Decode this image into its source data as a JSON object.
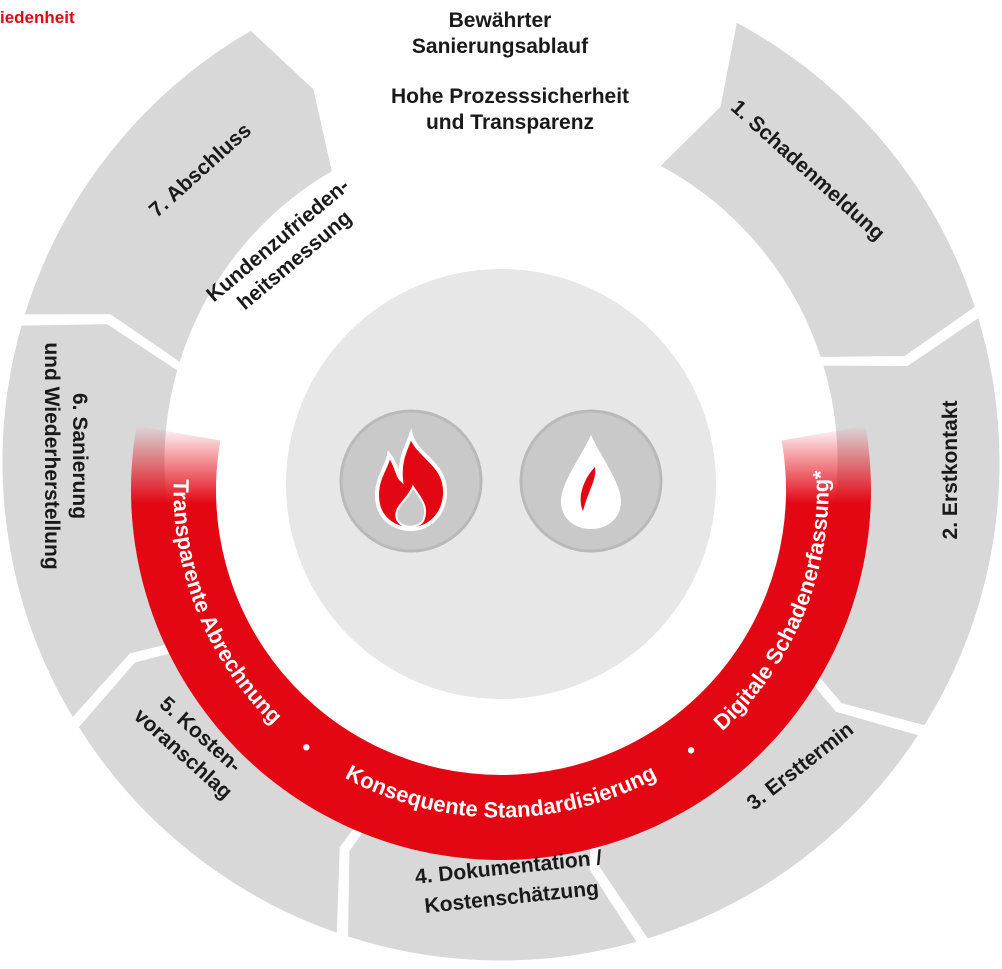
{
  "corner_label": "iedenheit",
  "header": {
    "title_line1": "Bewährter",
    "title_line2": "Sanierungsablauf",
    "subtitle_line1": "Hohe Prozesssicherheit",
    "subtitle_line2": "und Transparenz"
  },
  "steps": [
    {
      "lines": [
        "1. Schadenmeldung"
      ]
    },
    {
      "lines": [
        "2. Erstkontakt"
      ]
    },
    {
      "lines": [
        "3. Ersttermin"
      ]
    },
    {
      "lines": [
        "4. Dokumentation /",
        "Kostenschätzung"
      ]
    },
    {
      "lines": [
        "5. Kosten-",
        "voranschlag"
      ]
    },
    {
      "lines": [
        "6. Sanierung",
        "und Wiederherstellung"
      ]
    },
    {
      "lines": [
        "7. Abschluss"
      ]
    }
  ],
  "inner_label": {
    "lines": [
      "Kundenzufrieden-",
      "heitsmessung"
    ]
  },
  "red_ring": {
    "left": "Transparente Abrechnung",
    "bottom": "Konsequente Standardisierung",
    "right": "Digitale Schadenerfassung*",
    "separator": "•"
  },
  "icons": [
    "fire-icon",
    "water-drop-icon"
  ],
  "colors": {
    "accent": "#e30613",
    "ring_gray": "#d8d8d8",
    "ring_edge": "#c4c4c4",
    "inner_disc": "#e7e7e7",
    "icon_circle": "#c9c9c9",
    "text_dark": "#1a1a1a",
    "text_light": "#ffffff"
  }
}
